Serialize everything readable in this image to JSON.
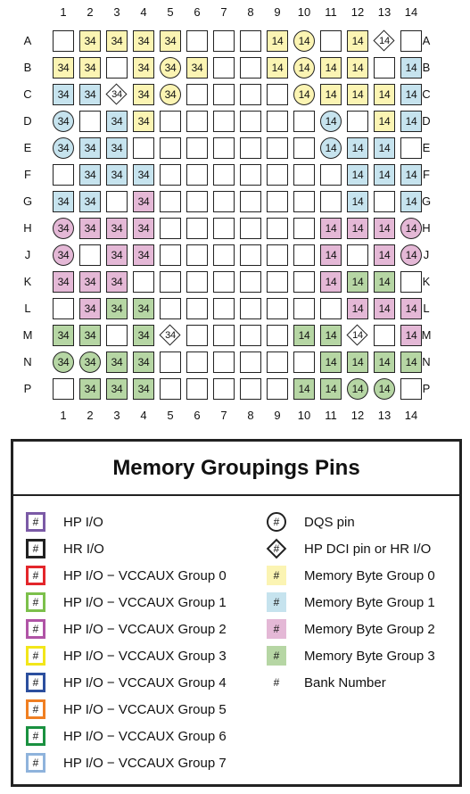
{
  "columns": [
    "1",
    "2",
    "3",
    "4",
    "5",
    "6",
    "7",
    "8",
    "9",
    "10",
    "11",
    "12",
    "13",
    "14"
  ],
  "rows": [
    "A",
    "B",
    "C",
    "D",
    "E",
    "F",
    "G",
    "H",
    "J",
    "K",
    "L",
    "M",
    "N",
    "P"
  ],
  "colors": {
    "yellow": "#fbf4b3",
    "blue": "#c6e3ee",
    "pink": "#e4b8d6",
    "green": "#b6d6a4"
  },
  "pins": [
    [
      "s",
      "s:y:34",
      "s:y:34",
      "s:y:34",
      "s:y:34",
      "s",
      "s",
      "s",
      "s:y:14",
      "c:y:14",
      "s",
      "s:y:14",
      "d:14",
      "s"
    ],
    [
      "s:y:34",
      "s:y:34",
      "s",
      "s:y:34",
      "c:y:34",
      "s:y:34",
      "s",
      "s",
      "s:y:14",
      "c:y:14",
      "s:y:14",
      "s:y:14",
      "s",
      "s:b:14"
    ],
    [
      "s:b:34",
      "s:b:34",
      "d:34",
      "s:y:34",
      "c:y:34",
      "s",
      "s",
      "s",
      "s",
      "c:y:14",
      "s:y:14",
      "s:y:14",
      "s:y:14",
      "s:b:14"
    ],
    [
      "c:b:34",
      "s",
      "s:b:34",
      "s:y:34",
      "s",
      "s",
      "s",
      "s",
      "s",
      "s",
      "c:b:14",
      "s",
      "s:y:14",
      "s:b:14"
    ],
    [
      "c:b:34",
      "s:b:34",
      "s:b:34",
      "s",
      "s",
      "s",
      "s",
      "s",
      "s",
      "s",
      "c:b:14",
      "s:b:14",
      "s:b:14",
      "s"
    ],
    [
      "s",
      "s:b:34",
      "s:b:34",
      "s:b:34",
      "s",
      "s",
      "s",
      "s",
      "s",
      "s",
      "s",
      "s:b:14",
      "s:b:14",
      "s:b:14"
    ],
    [
      "s:b:34",
      "s:b:34",
      "s",
      "s:p:34",
      "s",
      "s",
      "s",
      "s",
      "s",
      "s",
      "s",
      "s:b:14",
      "s",
      "s:b:14"
    ],
    [
      "c:p:34",
      "s:p:34",
      "s:p:34",
      "s:p:34",
      "s",
      "s",
      "s",
      "s",
      "s",
      "s",
      "s:p:14",
      "s:p:14",
      "s:p:14",
      "c:p:14"
    ],
    [
      "c:p:34",
      "s",
      "s:p:34",
      "s:p:34",
      "s",
      "s",
      "s",
      "s",
      "s",
      "s",
      "s:p:14",
      "s",
      "s:p:14",
      "c:p:14"
    ],
    [
      "s:p:34",
      "s:p:34",
      "s:p:34",
      "s",
      "s",
      "s",
      "s",
      "s",
      "s",
      "s",
      "s:p:14",
      "s:g:14",
      "s:g:14",
      "s"
    ],
    [
      "s",
      "s:p:34",
      "s:g:34",
      "s:g:34",
      "s",
      "s",
      "s",
      "s",
      "s",
      "s",
      "s",
      "s:p:14",
      "s:p:14",
      "s:p:14"
    ],
    [
      "s:g:34",
      "s:g:34",
      "s",
      "s:g:34",
      "d:34",
      "s",
      "s",
      "s",
      "s",
      "s:g:14",
      "s:g:14",
      "d:14",
      "s",
      "s:p:14"
    ],
    [
      "c:g:34",
      "c:g:34",
      "s:g:34",
      "s:g:34",
      "s",
      "s",
      "s",
      "s",
      "s",
      "s",
      "s:g:14",
      "s:g:14",
      "s:g:14",
      "s:g:14"
    ],
    [
      "s",
      "s:g:34",
      "s:g:34",
      "s:g:34",
      "s",
      "s",
      "s",
      "s",
      "s",
      "s:g:14",
      "s:g:14",
      "c:g:14",
      "c:g:14",
      "s"
    ]
  ],
  "legend": {
    "title": "Memory Groupings Pins",
    "left": [
      {
        "symbol": "#",
        "text": "HP I/O",
        "border": "#7b5aa6"
      },
      {
        "symbol": "#",
        "text": "HR I/O",
        "border": "#222222"
      },
      {
        "symbol": "#",
        "text": "HP I/O − VCCAUX Group 0",
        "border": "#e3262b"
      },
      {
        "symbol": "#",
        "text": "HP I/O − VCCAUX Group 1",
        "border": "#7cc04b"
      },
      {
        "symbol": "#",
        "text": "HP I/O − VCCAUX Group 2",
        "border": "#b054a6"
      },
      {
        "symbol": "#",
        "text": "HP I/O − VCCAUX Group 3",
        "border": "#f2e61a"
      },
      {
        "symbol": "#",
        "text": "HP I/O − VCCAUX Group 4",
        "border": "#2c4f9e"
      },
      {
        "symbol": "#",
        "text": "HP I/O − VCCAUX Group 5",
        "border": "#f07f22"
      },
      {
        "symbol": "#",
        "text": "HP I/O − VCCAUX Group 6",
        "border": "#1a9140"
      },
      {
        "symbol": "#",
        "text": "HP I/O − VCCAUX Group 7",
        "border": "#8fb3dc"
      }
    ],
    "right": [
      {
        "symbol": "#",
        "text": "DQS pin",
        "shape": "circle"
      },
      {
        "symbol": "#",
        "text": "HP DCI pin or HR I/O",
        "shape": "diamond"
      },
      {
        "symbol": "#",
        "text": "Memory Byte Group 0",
        "shape": "fill",
        "fill": "#fbf4b3"
      },
      {
        "symbol": "#",
        "text": "Memory Byte Group 1",
        "shape": "fill",
        "fill": "#c6e3ee"
      },
      {
        "symbol": "#",
        "text": "Memory Byte Group 2",
        "shape": "fill",
        "fill": "#e4b8d6"
      },
      {
        "symbol": "#",
        "text": "Memory Byte Group 3",
        "shape": "fill",
        "fill": "#b6d6a4"
      },
      {
        "symbol": "#",
        "text": "Bank Number",
        "shape": "plain"
      }
    ]
  }
}
